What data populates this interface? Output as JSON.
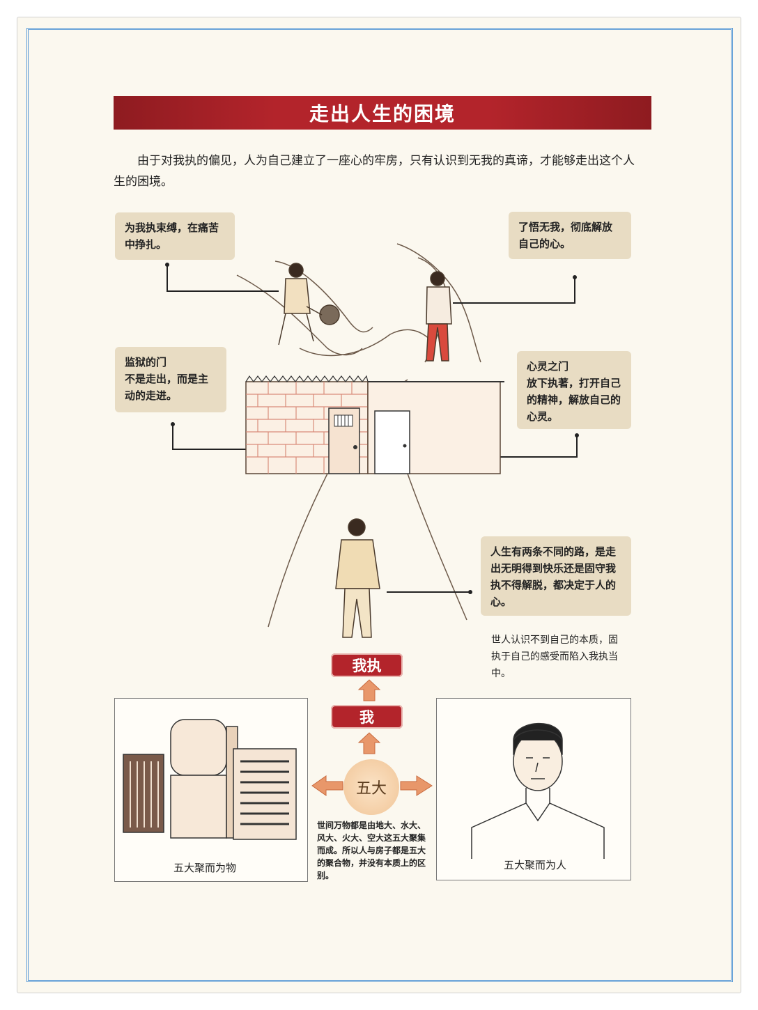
{
  "title": "走出人生的困境",
  "intro": "由于对我执的偏见，人为自己建立了一座心的牢房，只有认识到无我的真谛，才能够走出这个人生的困境。",
  "notes": {
    "top_left": "为我执束缚，在痛苦中挣扎。",
    "top_right": "了悟无我，彻底解放自己的心。",
    "mid_left": "监狱的门\n不是走出，而是主动的走进。",
    "mid_right": "心灵之门\n放下执著，打开自己的精神，解放自己的心灵。",
    "lower_right": "人生有两条不同的路，是走出无明得到快乐还是固守我执不得解脱，都决定于人的心。",
    "plain_right": "世人认识不到自己的本质，固执于自己的感受而陷入我执当中。",
    "bottom_center": "世间万物都是由地大、水大、风大、火大、空大这五大聚集而成。所以人与房子都是五大的聚合物，并没有本质上的区别。"
  },
  "tags": {
    "wozhi": "我执",
    "wo": "我",
    "wuda": "五大"
  },
  "captions": {
    "left_box": "五大聚而为物",
    "right_box": "五大聚而为人"
  },
  "colors": {
    "title_red": "#b3242b",
    "note_bg": "#e8dcc3",
    "frame_blue": "#5a9ad6",
    "arrow_orange": "#e8976a"
  }
}
